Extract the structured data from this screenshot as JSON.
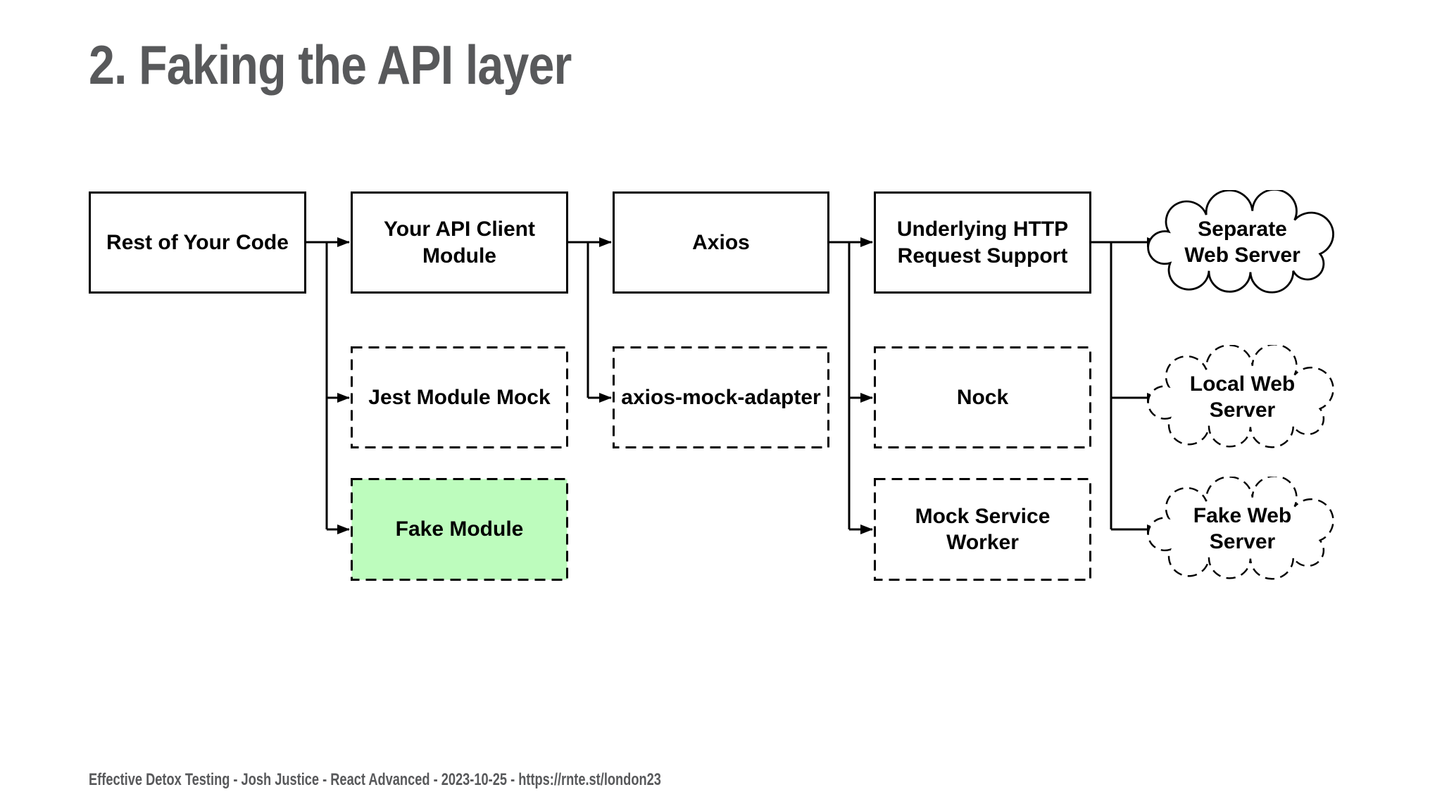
{
  "slide": {
    "title": "2. Faking the API layer",
    "footer": "Effective Detox Testing - Josh Justice - React Advanced - 2023-10-25 - https://rnte.st/london23",
    "background_color": "#ffffff"
  },
  "colors": {
    "heading_text": "#58595b",
    "footer_text": "#58595b",
    "node_border": "#000000",
    "node_text": "#000000",
    "node_fill": "#ffffff",
    "fake_module_fill": "#bdfcbd"
  },
  "diagram": {
    "nodes": {
      "rest_of_your_code": {
        "label": "Rest of Your Code",
        "shape": "rectangle",
        "border": "solid",
        "fill": "#ffffff"
      },
      "your_api_client_module": {
        "label": "Your API Client Module",
        "shape": "rectangle",
        "border": "solid",
        "fill": "#ffffff"
      },
      "axios": {
        "label": "Axios",
        "shape": "rectangle",
        "border": "solid",
        "fill": "#ffffff"
      },
      "underlying_http_request_support": {
        "label": "Underlying HTTP Request Support",
        "shape": "rectangle",
        "border": "solid",
        "fill": "#ffffff"
      },
      "separate_web_server": {
        "label": "Separate Web Server",
        "shape": "cloud",
        "border": "solid",
        "fill": "#ffffff"
      },
      "jest_module_mock": {
        "label": "Jest Module Mock",
        "shape": "rectangle",
        "border": "dashed",
        "fill": "#ffffff"
      },
      "axios_mock_adapter": {
        "label": "axios-mock-adapter",
        "shape": "rectangle",
        "border": "dashed",
        "fill": "#ffffff"
      },
      "nock": {
        "label": "Nock",
        "shape": "rectangle",
        "border": "dashed",
        "fill": "#ffffff"
      },
      "local_web_server": {
        "label": "Local Web Server",
        "shape": "cloud",
        "border": "dashed",
        "fill": "#ffffff"
      },
      "fake_module": {
        "label": "Fake Module",
        "shape": "rectangle",
        "border": "dashed",
        "fill": "#bdfcbd"
      },
      "mock_service_worker": {
        "label": "Mock Service Worker",
        "shape": "rectangle",
        "border": "dashed",
        "fill": "#ffffff"
      },
      "fake_web_server": {
        "label": "Fake Web Server",
        "shape": "cloud",
        "border": "dashed",
        "fill": "#ffffff"
      }
    },
    "edges": [
      {
        "from": "rest_of_your_code",
        "to": "your_api_client_module"
      },
      {
        "from": "rest_of_your_code",
        "to": "jest_module_mock"
      },
      {
        "from": "rest_of_your_code",
        "to": "fake_module"
      },
      {
        "from": "your_api_client_module",
        "to": "axios"
      },
      {
        "from": "your_api_client_module",
        "to": "axios_mock_adapter"
      },
      {
        "from": "axios",
        "to": "underlying_http_request_support"
      },
      {
        "from": "axios",
        "to": "nock"
      },
      {
        "from": "axios",
        "to": "mock_service_worker"
      },
      {
        "from": "underlying_http_request_support",
        "to": "separate_web_server"
      },
      {
        "from": "underlying_http_request_support",
        "to": "local_web_server"
      },
      {
        "from": "underlying_http_request_support",
        "to": "fake_web_server"
      }
    ]
  }
}
